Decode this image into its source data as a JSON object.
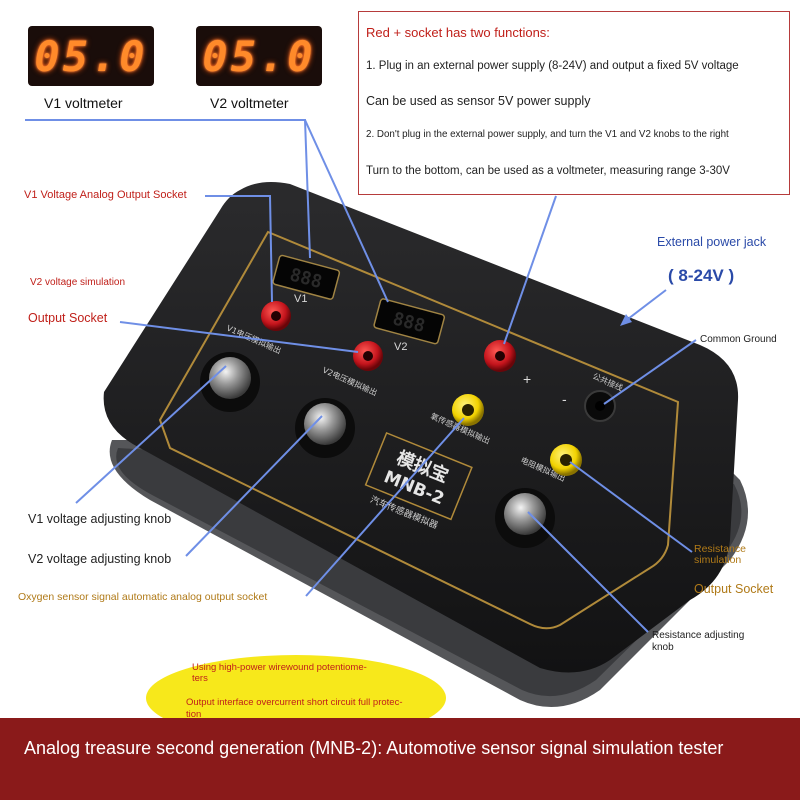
{
  "displays": {
    "v1_reading": "05.0",
    "v2_reading": "05.0",
    "v1_label": "V1 voltmeter",
    "v2_label": "V2 voltmeter"
  },
  "info_box": {
    "title": "Red + socket has two functions:",
    "line1": "1. Plug in an external power supply (8-24V) and output a fixed 5V voltage",
    "line2": "Can be used as sensor 5V power supply",
    "line3": "2. Don't plug in the external power supply, and turn the V1 and V2 knobs to the right",
    "line4": "Turn to the bottom, can be used as a voltmeter, measuring range 3-30V"
  },
  "callouts": {
    "v1_analog_output_socket": "V1 Voltage Analog Output Socket",
    "v2_voltage_simulation": "V2 voltage simulation",
    "output_socket_left": "Output Socket",
    "external_power_jack": "External power jack",
    "power_range": "( 8-24V )",
    "common_ground": "Common Ground",
    "v1_knob": "V1 voltage adjusting knob",
    "v2_knob": "V2 voltage adjusting knob",
    "oxygen_sensor": "Oxygen sensor signal automatic analog output socket",
    "resistance_simulation_1": "Resistance",
    "resistance_simulation_2": "simulation",
    "output_socket_right": "Output Socket",
    "resistance_knob_1": "Resistance adjusting",
    "resistance_knob_2": "knob"
  },
  "device": {
    "v1_mark": "V1",
    "v2_mark": "V2",
    "plus_mark": "+",
    "minus_mark": "-",
    "brand_cn": "模拟宝",
    "model": "MNB-2",
    "subtitle_cn": "汽车传感器模拟器",
    "v1_knob_cn": "V1电压模拟输出",
    "v2_knob_cn": "V2电压模拟输出",
    "oxygen_cn": "氧传感器模拟输出",
    "resistance_cn": "电阻模拟输出",
    "ground_cn": "公共接线"
  },
  "features": {
    "line1a": "Using high-power wirewound potentiome-",
    "line1b": "ters",
    "line2a": "Output interface overcurrent short circuit full protec-",
    "line2b": "tion"
  },
  "banner": {
    "text": "Analog treasure second generation (MNB-2): Automotive sensor signal simulation tester"
  },
  "colors": {
    "banner": "#8a1a1a",
    "device_body": "#1c1c1e",
    "socket_red": "#c4141c",
    "socket_yellow": "#f2d200",
    "callout_line": "#6f8fe6",
    "highlight_ellipse": "#f7e81b"
  }
}
